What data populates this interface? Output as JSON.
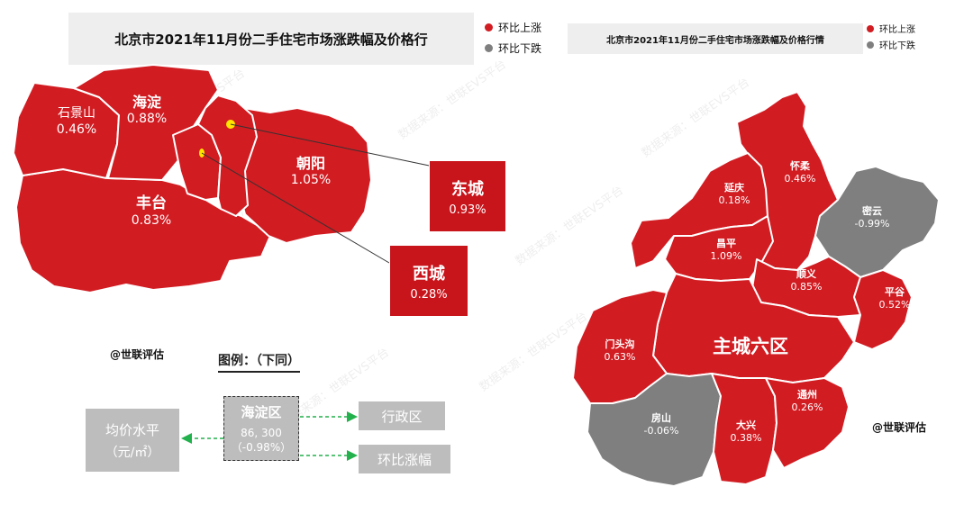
{
  "title_left": "北京市2021年11月份二手住宅市场涨跌幅及价格行",
  "title_right": "北京市2021年11月份二手住宅市场涨跌幅及价格行情",
  "legend": {
    "up": "环比上涨",
    "down": "环比下跌"
  },
  "colors": {
    "up": "#d11c22",
    "down": "#7f7f7f",
    "marker": "#ffe600"
  },
  "urban": {
    "shijingshan": {
      "name": "石景山",
      "value": "0.46%"
    },
    "haidian": {
      "name": "海淀",
      "value": "0.88%"
    },
    "chaoyang": {
      "name": "朝阳",
      "value": "1.05%"
    },
    "fengtai": {
      "name": "丰台",
      "value": "0.83%"
    },
    "dongcheng": {
      "name": "东城",
      "value": "0.93%"
    },
    "xicheng": {
      "name": "西城",
      "value": "0.28%"
    }
  },
  "credit": "@世联评估",
  "example": {
    "heading": "图例：（下同）",
    "district": "海淀区",
    "price": "86, 300",
    "change": "（-0.98%）",
    "admin_label": "行政区",
    "mom_label": "环比涨幅",
    "avg_label": "均价水平",
    "unit": "（元/㎡）"
  },
  "outer": {
    "huairou": {
      "name": "怀柔",
      "value": "0.46%"
    },
    "yanqing": {
      "name": "延庆",
      "value": "0.18%"
    },
    "miyun": {
      "name": "密云",
      "value": "-0.99%"
    },
    "changping": {
      "name": "昌平",
      "value": "1.09%"
    },
    "shunyi": {
      "name": "顺义",
      "value": "0.85%"
    },
    "pinggu": {
      "name": "平谷",
      "value": "0.52%"
    },
    "mentougou": {
      "name": "门头沟",
      "value": "0.63%"
    },
    "fangshan": {
      "name": "房山",
      "value": "-0.06%"
    },
    "daxing": {
      "name": "大兴",
      "value": "0.38%"
    },
    "tongzhou": {
      "name": "通州",
      "value": "0.26%"
    },
    "center": "主城六区"
  },
  "watermark": "数据来源：世联EVS平台"
}
